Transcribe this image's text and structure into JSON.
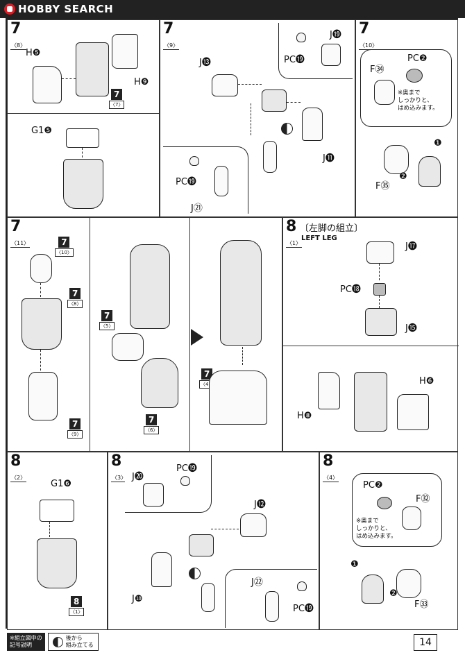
{
  "header": {
    "site": "HOBBY SEARCH"
  },
  "panels": {
    "p1": {
      "step": "7",
      "sub": "〈8〉",
      "labels": {
        "h5": "H❺",
        "h9": "H❾",
        "g15": "G1❺"
      },
      "ref": {
        "n": "7",
        "s": "〈7〉"
      }
    },
    "p2": {
      "step": "7",
      "sub": "〈9〉",
      "labels": {
        "j19": "J⓳",
        "pc19a": "PC⓳",
        "j13": "J⓭",
        "j11": "J⓫",
        "pc19b": "PC⓳",
        "j21": "J㉑"
      }
    },
    "p3": {
      "step": "7",
      "sub": "〈10〉",
      "labels": {
        "pc2": "PC❷",
        "f34": "F㉞",
        "f35": "F㉟",
        "one": "❶",
        "two": "❷"
      },
      "note": [
        "※奥まで",
        "しっかりと、",
        "はめ込みます。"
      ]
    },
    "p4": {
      "step": "7",
      "sub": "〈11〉",
      "refs": [
        {
          "n": "7",
          "s": "〈10〉"
        },
        {
          "n": "7",
          "s": "〈8〉"
        },
        {
          "n": "7",
          "s": "〈9〉"
        },
        {
          "n": "7",
          "s": "〈5〉"
        },
        {
          "n": "7",
          "s": "〈6〉"
        },
        {
          "n": "7",
          "s": "〈4〉"
        }
      ]
    },
    "p5": {
      "step": "8",
      "sub": "〈1〉",
      "title": "〔左脚の組立〕",
      "subtitle": "LEFT LEG",
      "labels": {
        "j17": "J⓱",
        "pc18": "PC⓲",
        "j15": "J⓯",
        "h6": "H❻",
        "h8": "H❽"
      }
    },
    "p6": {
      "step": "8",
      "sub": "〈2〉",
      "labels": {
        "g16": "G1❻"
      },
      "ref": {
        "n": "8",
        "s": "〈1〉"
      }
    },
    "p7": {
      "step": "8",
      "sub": "〈3〉",
      "labels": {
        "j20": "J⓴",
        "pc19a": "PC⓳",
        "j12": "J⓬",
        "j10": "J❿",
        "j22": "J㉒",
        "pc19b": "PC⓳"
      }
    },
    "p8": {
      "step": "8",
      "sub": "〈4〉",
      "labels": {
        "pc2": "PC❷",
        "f32": "F㉜",
        "f33": "F㉝",
        "one": "❶",
        "two": "❷"
      },
      "note": [
        "※奥まで",
        "しっかりと、",
        "はめ込みます。"
      ]
    }
  },
  "footer": {
    "legend_title": [
      "※組立図中の",
      "記号説明"
    ],
    "legend_text": [
      "後から",
      "組み立てる"
    ],
    "page_number": "14"
  }
}
